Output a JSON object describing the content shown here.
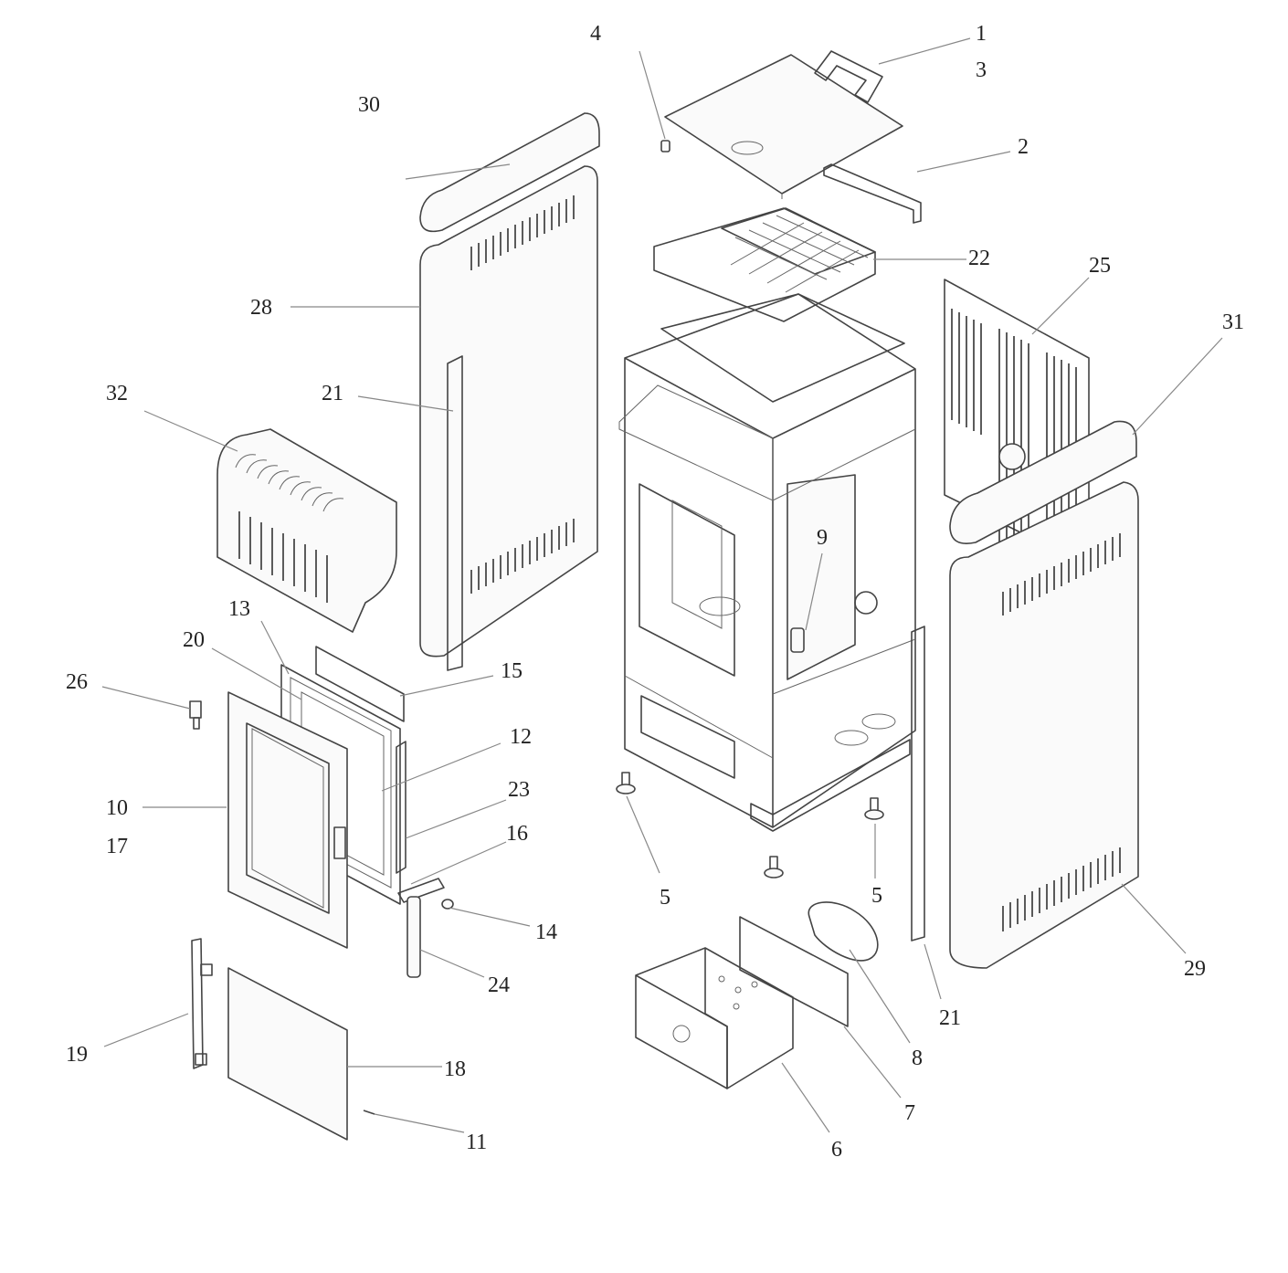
{
  "labels": {
    "l1": "1",
    "l2": "2",
    "l3": "3",
    "l4": "4",
    "l5a": "5",
    "l5b": "5",
    "l6": "6",
    "l7": "7",
    "l8": "8",
    "l9": "9",
    "l10": "10",
    "l11": "11",
    "l12": "12",
    "l13": "13",
    "l14": "14",
    "l15": "15",
    "l16": "16",
    "l17": "17",
    "l18": "18",
    "l19": "19",
    "l20": "20",
    "l21a": "21",
    "l21b": "21",
    "l22": "22",
    "l23": "23",
    "l24": "24",
    "l25": "25",
    "l26": "26",
    "l28": "28",
    "l29": "29",
    "l30": "30",
    "l31": "31",
    "l32": "32"
  },
  "colors": {
    "line": "#444444",
    "leader": "#888888",
    "text": "#222222"
  }
}
